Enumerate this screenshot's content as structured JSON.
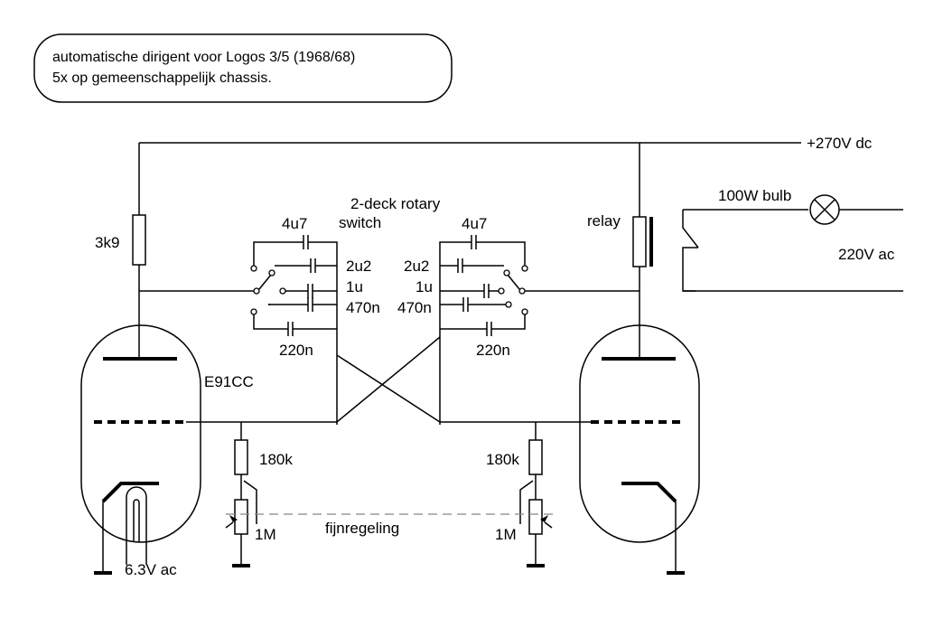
{
  "note": {
    "line1": "automatische dirigent voor Logos 3/5 (1968/68)",
    "line2": "5x op gemeenschappelijk chassis."
  },
  "labels": {
    "supply": "+270V dc",
    "bulb": "100W bulb",
    "mains": "220V ac",
    "relay": "relay",
    "anode_resistor": "3k9",
    "tube": "E91CC",
    "heater": "6.3V ac",
    "switch_line1": "2-deck rotary",
    "switch_line2": "switch",
    "trim": "fijnregeling",
    "grid_resistor_left": "180k",
    "grid_resistor_right": "180k",
    "pot_left": "1M",
    "pot_right": "1M",
    "left_caps": {
      "c4u7": "4u7",
      "c2u2": "2u2",
      "c1u": "1u",
      "c470n": "470n",
      "c220n": "220n"
    },
    "right_caps": {
      "c4u7": "4u7",
      "c2u2": "2u2",
      "c1u": "1u",
      "c470n": "470n",
      "c220n": "220n"
    }
  }
}
